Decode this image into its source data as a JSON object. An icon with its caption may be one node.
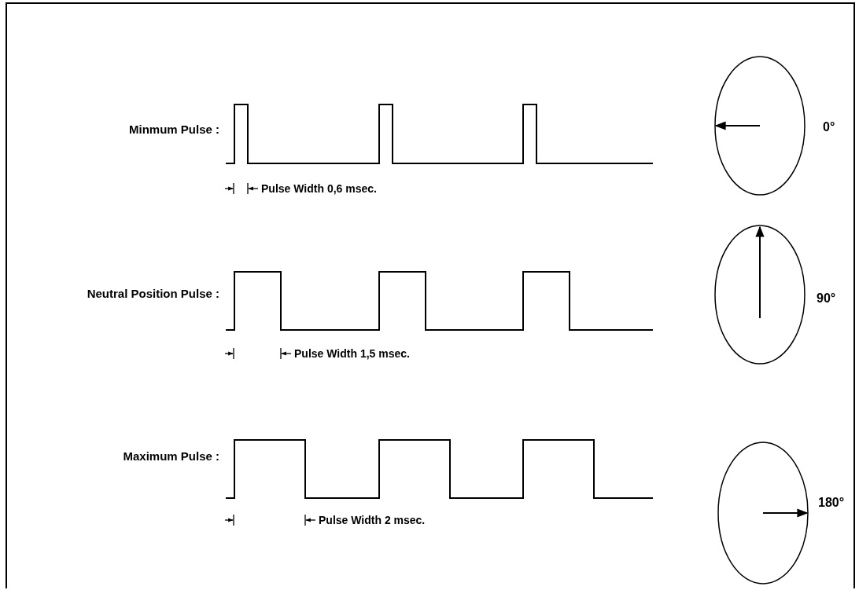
{
  "diagram": {
    "labels": [
      "Minmum Pulse :",
      "0°",
      "Pulse Width 0,6 msec.",
      "Neutral Position Pulse :",
      "90°",
      "Pulse Width 1,5 msec.",
      "Maximum Pulse :",
      "180°",
      "Pulse Width 2 msec."
    ]
  }
}
